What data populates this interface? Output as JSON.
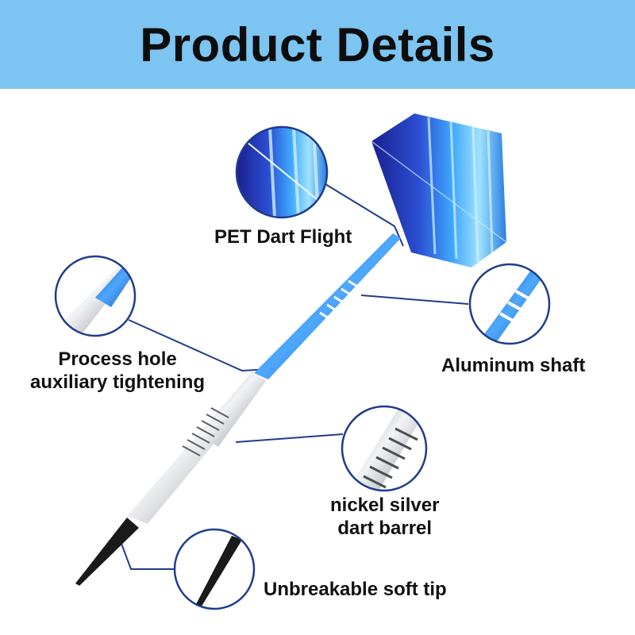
{
  "header": {
    "title": "Product Details",
    "background_color": "#7cc4f1"
  },
  "callouts": [
    {
      "id": "flight",
      "lines": [
        "PET Dart Flight"
      ]
    },
    {
      "id": "hole",
      "lines": [
        "Process hole",
        "auxiliary tightening"
      ]
    },
    {
      "id": "shaft",
      "lines": [
        "Aluminum shaft"
      ]
    },
    {
      "id": "barrel",
      "lines": [
        "nickel silver",
        "dart barrel"
      ]
    },
    {
      "id": "tip",
      "lines": [
        "Unbreakable soft tip"
      ]
    }
  ],
  "colors": {
    "ring": "#1f3d8c",
    "leader": "#1f3d8c",
    "flight_dark": "#1b2a9c",
    "flight_light": "#8fd7ff",
    "shaft": "#1e6fd0",
    "barrel": "#c7c9cc",
    "tip": "#1a1a1a"
  }
}
